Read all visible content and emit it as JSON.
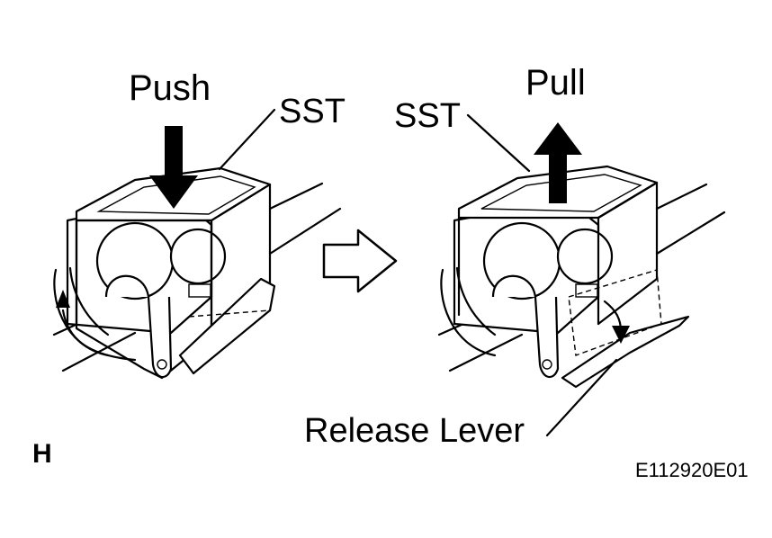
{
  "labels": {
    "push": "Push",
    "pull": "Pull",
    "sst_left": "SST",
    "sst_right": "SST",
    "release_lever": "Release Lever",
    "corner_letter": "H",
    "figure_code": "E112920E01"
  },
  "colors": {
    "ink": "#000000",
    "paper": "#ffffff"
  }
}
